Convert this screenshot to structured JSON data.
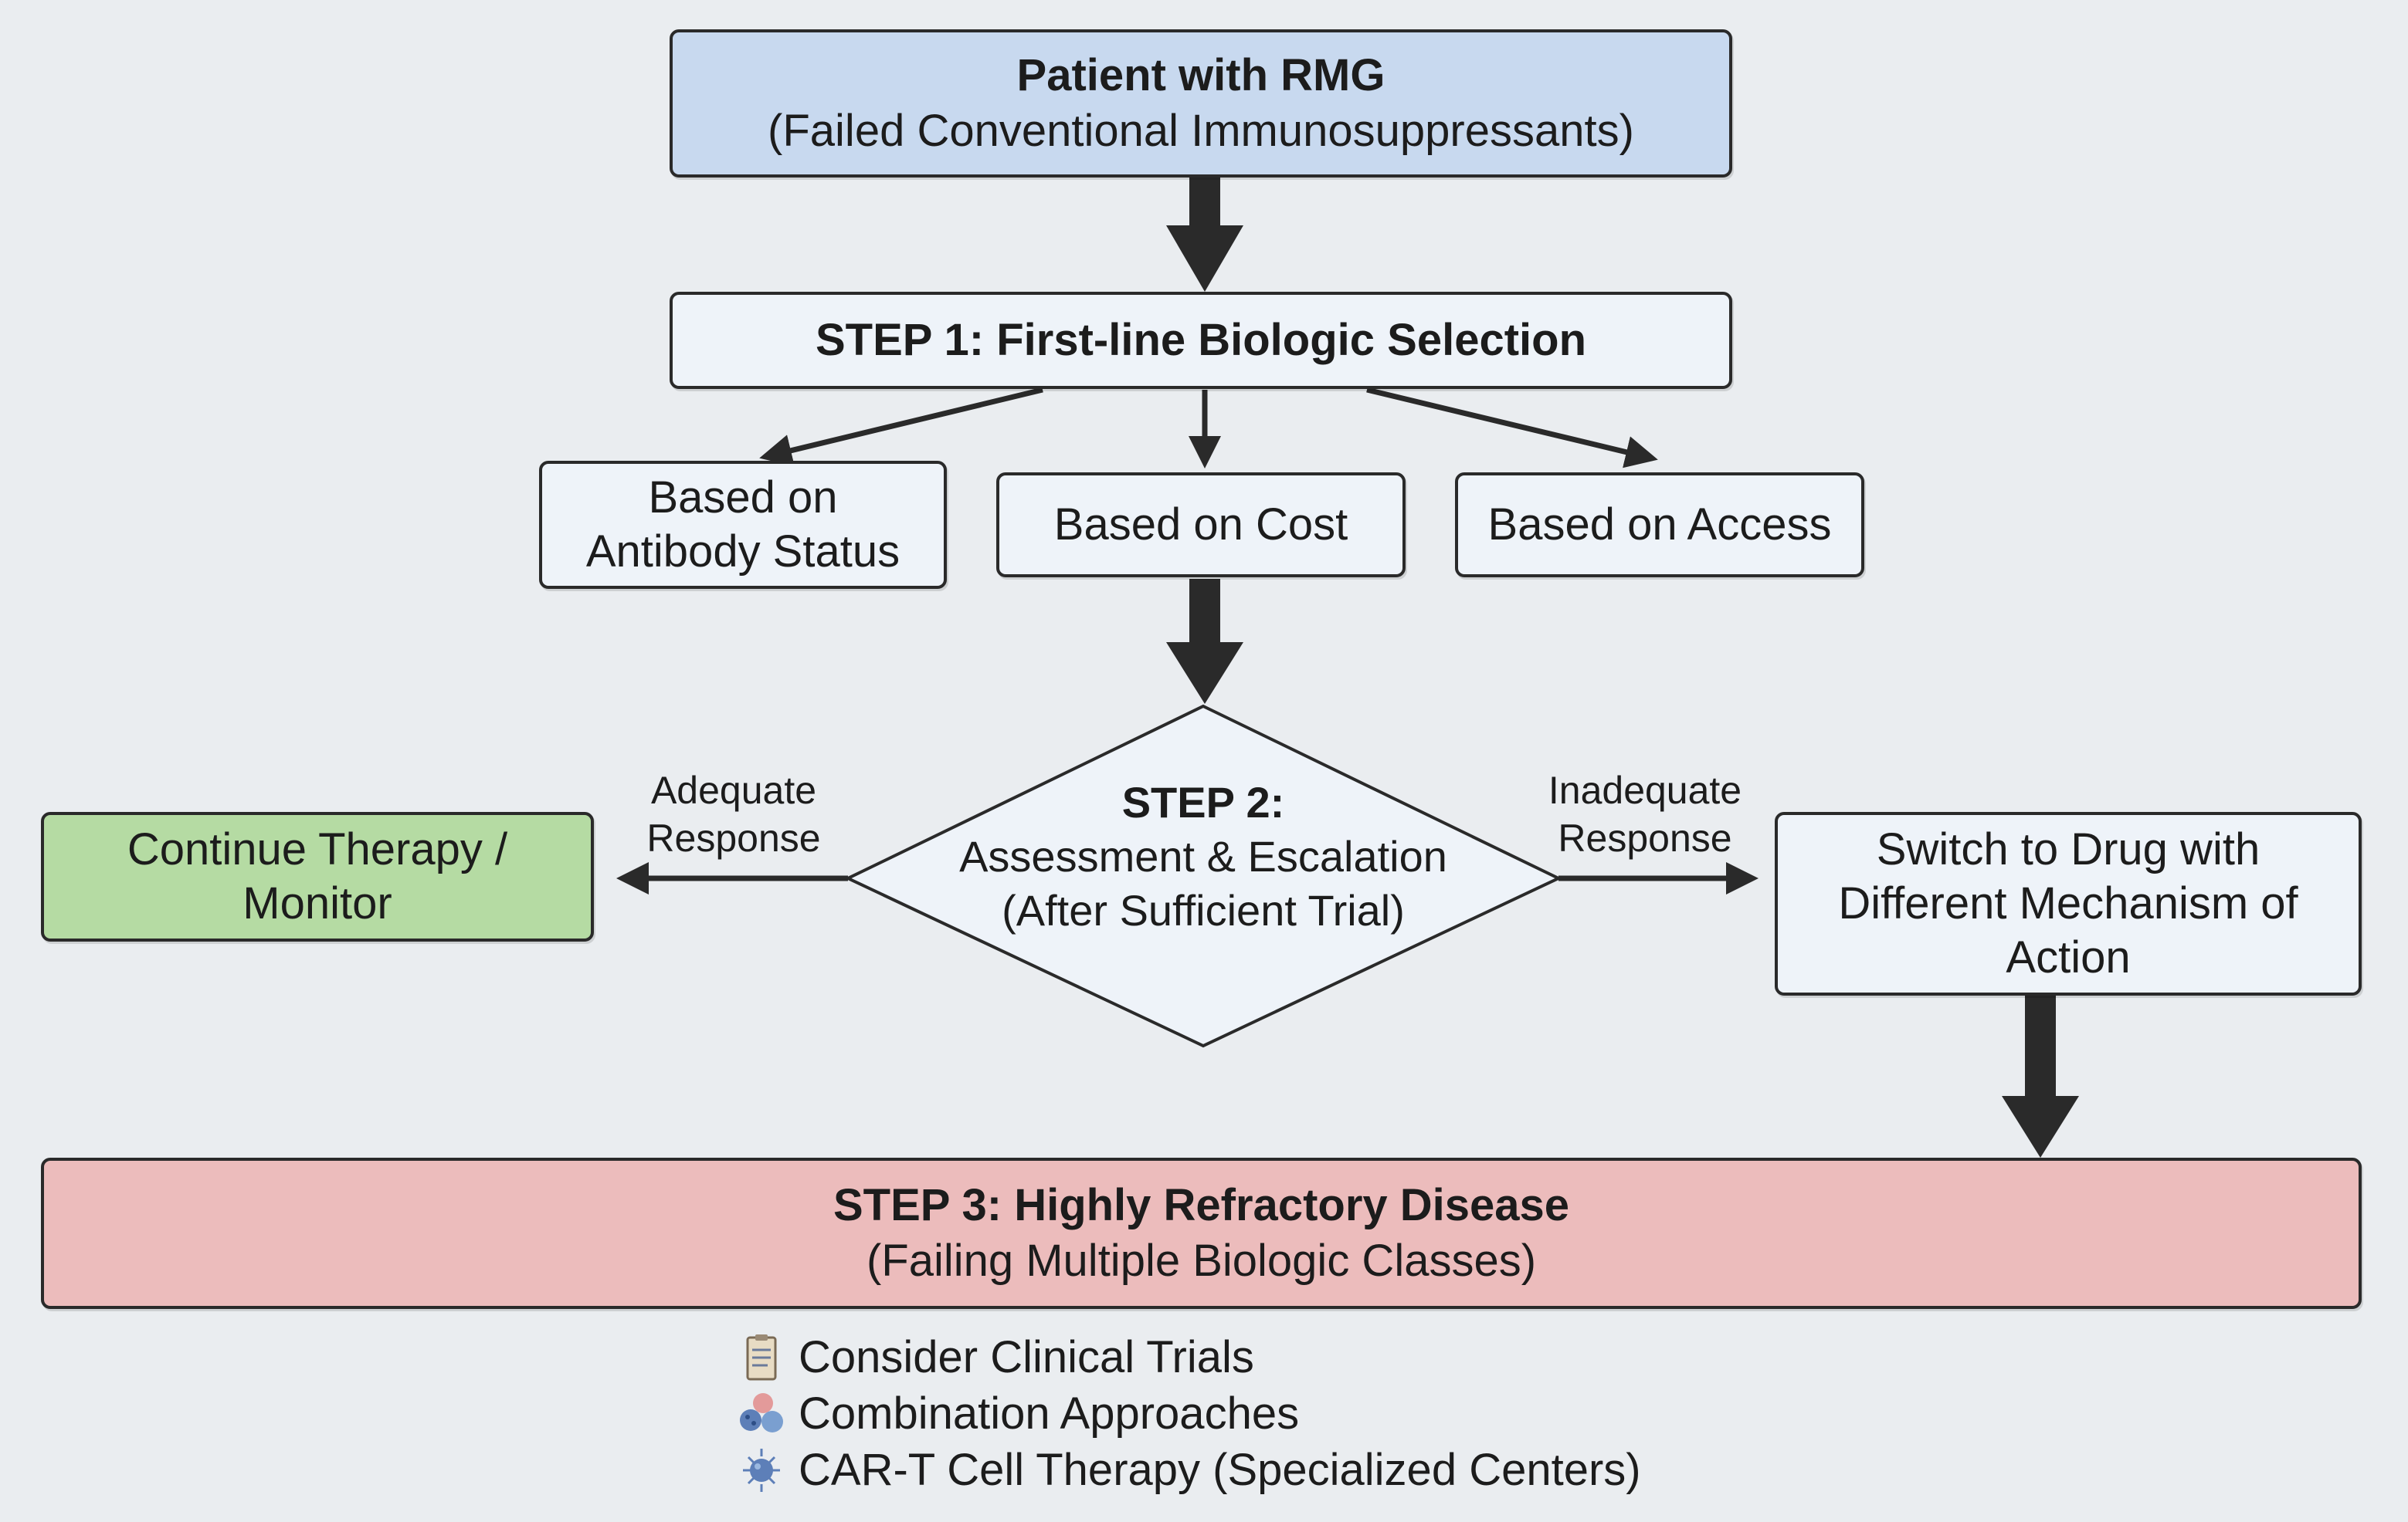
{
  "nodes": {
    "patient": {
      "title": "Patient with RMG",
      "subtitle": "(Failed Conventional Immunosuppressants)"
    },
    "step1": {
      "title": "STEP 1: First-line Biologic Selection"
    },
    "antibody": {
      "line1": "Based on",
      "line2": "Antibody Status"
    },
    "cost": {
      "label": "Based on Cost"
    },
    "access": {
      "label": "Based on Access"
    },
    "step2": {
      "title": "STEP 2:",
      "line1": "Assessment & Escalation",
      "line2": "(After Sufficient Trial)"
    },
    "continue": {
      "line1": "Continue Therapy /",
      "line2": "Monitor"
    },
    "switch": {
      "line1": "Switch to Drug with",
      "line2": "Different Mechanism of",
      "line3": "Action"
    },
    "step3": {
      "title": "STEP 3: Highly Refractory Disease",
      "subtitle": "(Failing Multiple Biologic Classes)"
    }
  },
  "edge_labels": {
    "adequate": {
      "line1": "Adequate",
      "line2": "Response"
    },
    "inadequate": {
      "line1": "Inadequate",
      "line2": "Response"
    }
  },
  "options": [
    {
      "icon": "clipboard-icon",
      "text": "Consider Clinical Trials"
    },
    {
      "icon": "cells-cluster-icon",
      "text": "Combination Approaches"
    },
    {
      "icon": "car-t-cell-icon",
      "text": "CAR-T Cell Therapy (Specialized Centers)"
    }
  ],
  "colors": {
    "default_fill": "#eef3f9",
    "patient_fill": "#c8d9ef",
    "continue_fill": "#b5dba3",
    "step3_fill": "#ecbcbc",
    "stroke": "#2a2a2a"
  }
}
